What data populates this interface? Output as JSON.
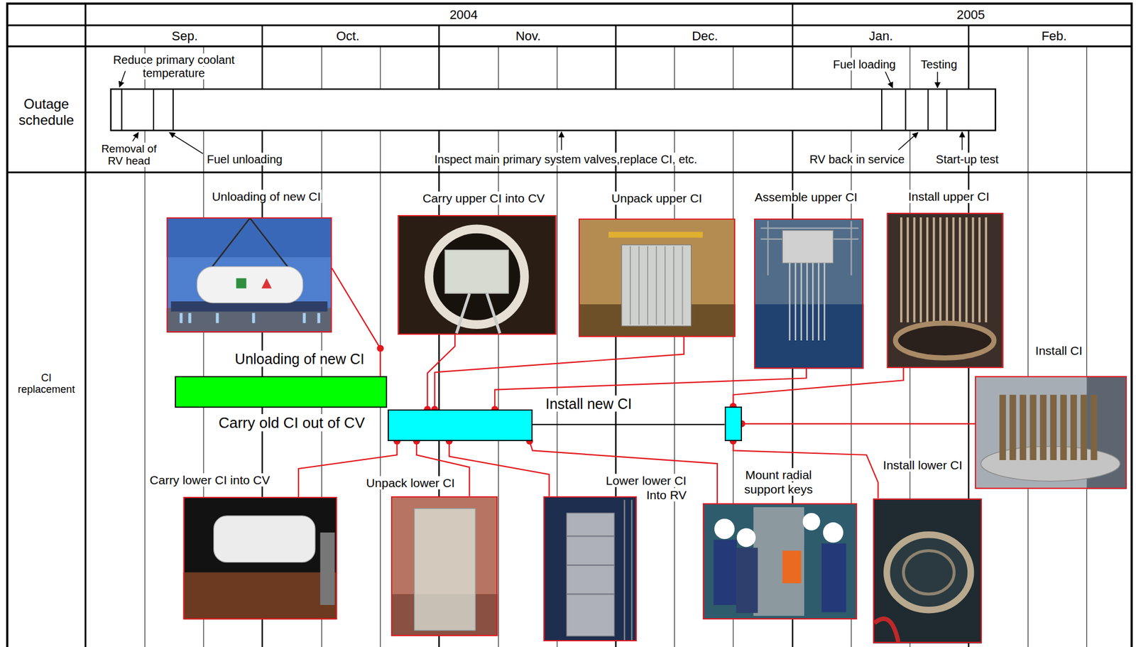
{
  "diagram": {
    "nodes": [
      {
        "text": [
          "Unloading of new CI"
        ]
      },
      {
        "text": [
          "Carry upper CI into CV"
        ]
      },
      {
        "text": [
          "Unpack upper CI"
        ]
      },
      {
        "text": [
          "Assemble upper CI"
        ]
      },
      {
        "text": [
          "Install upper CI"
        ]
      },
      {
        "text": [
          "Unloading of new CI",
          "Carry old CI out of CV"
        ]
      },
      {
        "text": [
          "Install new CI"
        ]
      },
      {
        "text": []
      },
      {
        "text": [
          "Install CI"
        ]
      },
      {
        "text": [
          "Carry lower CI into CV"
        ]
      },
      {
        "text": [
          "Unpack lower CI"
        ]
      },
      {
        "text": [
          "Lower lower CI Into RV"
        ]
      },
      {
        "text": [
          "Mount radial support keys"
        ]
      },
      {
        "text": [
          "Install lower CI"
        ]
      }
    ],
    "edges": [
      {
        "from": 5,
        "to": 0,
        "arrow": "none"
      },
      {
        "from": 6,
        "to": 1,
        "arrow": "none"
      },
      {
        "from": 6,
        "to": 2,
        "arrow": "none"
      },
      {
        "from": 6,
        "to": 3,
        "arrow": "none"
      },
      {
        "from": 7,
        "to": 4,
        "arrow": "none"
      },
      {
        "from": 7,
        "to": 8,
        "arrow": "none"
      },
      {
        "from": 6,
        "to": 9,
        "arrow": "none"
      },
      {
        "from": 6,
        "to": 10,
        "arrow": "none"
      },
      {
        "from": 6,
        "to": 11,
        "arrow": "none"
      },
      {
        "from": 6,
        "to": 12,
        "arrow": "none"
      },
      {
        "from": 7,
        "to": 13,
        "arrow": "none"
      },
      {
        "from": 6,
        "to": 7,
        "arrow": "none"
      }
    ],
    "labels": [
      "2004",
      "2005",
      "Sep.",
      "Oct.",
      "Nov.",
      "Dec.",
      "Jan.",
      "Feb.",
      "Outage schedule",
      "Reduce primary coolant temperature",
      "Removal of RV head",
      "Fuel unloading",
      "Inspect main primary system valves,replace CI, etc.",
      "Fuel loading",
      "Testing",
      "RV back in service",
      "Start-up test",
      "CI replacement"
    ]
  }
}
